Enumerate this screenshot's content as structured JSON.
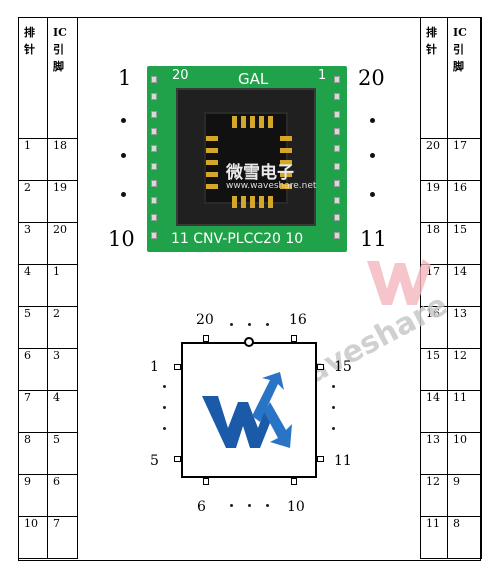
{
  "left_table": {
    "headers": {
      "col1": [
        "排",
        "针"
      ],
      "col2": [
        "IC",
        "引",
        "脚"
      ]
    },
    "rows": [
      [
        "1",
        "18"
      ],
      [
        "2",
        "19"
      ],
      [
        "3",
        "20"
      ],
      [
        "4",
        "1"
      ],
      [
        "5",
        "2"
      ],
      [
        "6",
        "3"
      ],
      [
        "7",
        "4"
      ],
      [
        "8",
        "5"
      ],
      [
        "9",
        "6"
      ],
      [
        "10",
        "7"
      ]
    ]
  },
  "right_table": {
    "headers": {
      "col1": [
        "排",
        "针"
      ],
      "col2": [
        "IC",
        "引",
        "脚"
      ]
    },
    "rows": [
      [
        "20",
        "17"
      ],
      [
        "19",
        "16"
      ],
      [
        "18",
        "15"
      ],
      [
        "17",
        "14"
      ],
      [
        "16",
        "13"
      ],
      [
        "15",
        "12"
      ],
      [
        "14",
        "11"
      ],
      [
        "13",
        "10"
      ],
      [
        "12",
        "9"
      ],
      [
        "11",
        "8"
      ]
    ]
  },
  "board": {
    "label_top": "GAL",
    "label_bottom": "11 CNV-PLCC20 10",
    "silk_20": "20",
    "silk_1": "1",
    "logo_text": "微雪电子",
    "logo_url": "www.waveshare.net",
    "side_numbers": {
      "top_left": "1",
      "bottom_left": "10",
      "top_right": "20",
      "bottom_right": "11"
    },
    "colors": {
      "pcb": "#1fa24a",
      "socket": "#202020",
      "contact": "#d4a62a"
    }
  },
  "chip": {
    "numbers": {
      "top_left": "20",
      "top_right": "16",
      "left_top": "1",
      "left_bottom": "5",
      "right_top": "15",
      "right_bottom": "11",
      "bottom_left": "6",
      "bottom_right": "10"
    },
    "logo_colors": {
      "blue": "#1a5aa8",
      "red": "#e22030"
    }
  },
  "watermark": "Waveshare"
}
